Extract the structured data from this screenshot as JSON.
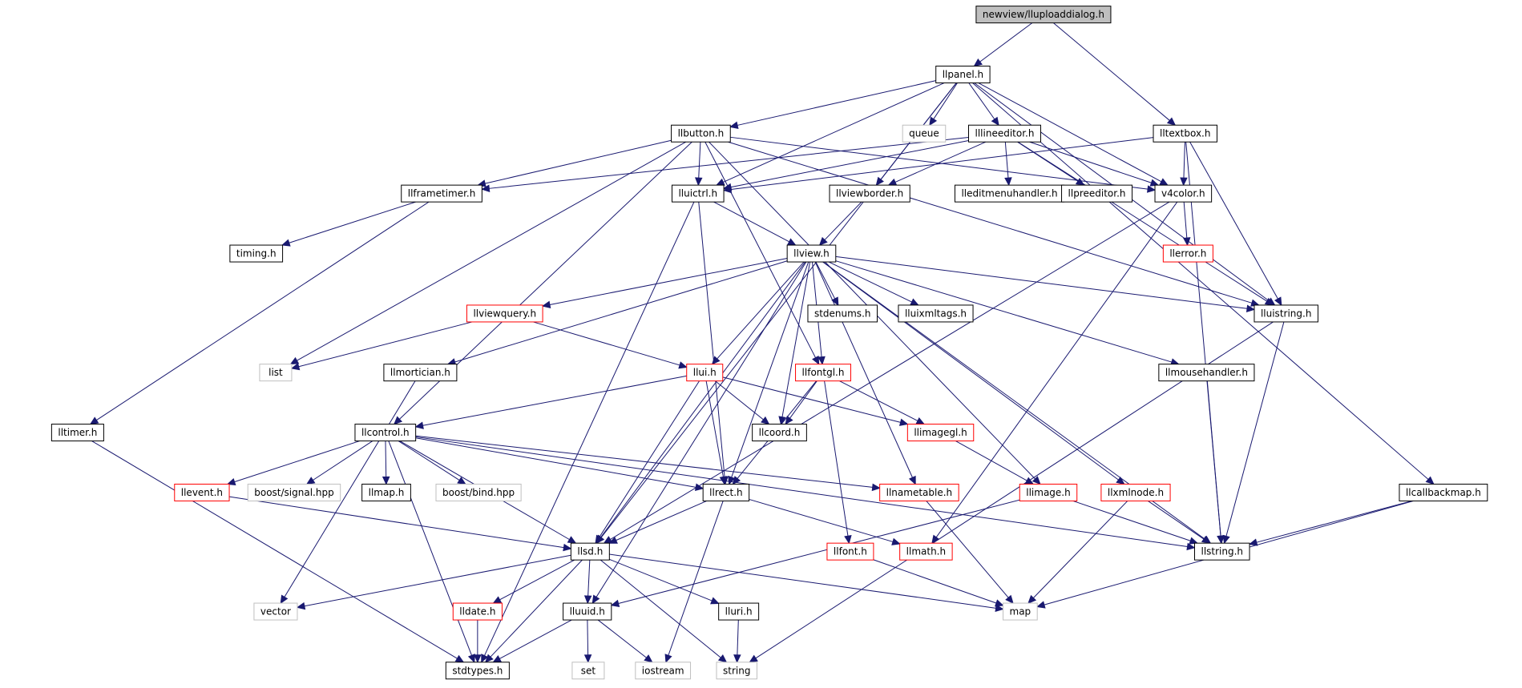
{
  "title": "newview/lluploaddialog.h",
  "colors": {
    "edge": "#191970",
    "root_fill": "#bfbfbf",
    "normal_border": "#000000",
    "link_border": "#ff0000",
    "external_border": "#bfbfbf",
    "external_text": "#000000"
  },
  "nodes": [
    {
      "id": "root",
      "label": "newview/lluploaddialog.h",
      "kind": "root"
    },
    {
      "id": "llpanel",
      "label": "llpanel.h",
      "kind": "normal"
    },
    {
      "id": "llbutton",
      "label": "llbutton.h",
      "kind": "normal"
    },
    {
      "id": "queue",
      "label": "queue",
      "kind": "external"
    },
    {
      "id": "lllineeditor",
      "label": "lllineeditor.h",
      "kind": "normal"
    },
    {
      "id": "lltextbox",
      "label": "lltextbox.h",
      "kind": "normal"
    },
    {
      "id": "llframetimer",
      "label": "llframetimer.h",
      "kind": "normal"
    },
    {
      "id": "lluictrl",
      "label": "lluictrl.h",
      "kind": "normal"
    },
    {
      "id": "llviewborder",
      "label": "llviewborder.h",
      "kind": "normal"
    },
    {
      "id": "lleditmenuhandler",
      "label": "lleditmenuhandler.h",
      "kind": "normal"
    },
    {
      "id": "llpreeditor",
      "label": "llpreeditor.h",
      "kind": "normal"
    },
    {
      "id": "v4color",
      "label": "v4color.h",
      "kind": "normal"
    },
    {
      "id": "timing",
      "label": "timing.h",
      "kind": "normal"
    },
    {
      "id": "llview",
      "label": "llview.h",
      "kind": "normal"
    },
    {
      "id": "llerror",
      "label": "llerror.h",
      "kind": "link"
    },
    {
      "id": "llviewquery",
      "label": "llviewquery.h",
      "kind": "link"
    },
    {
      "id": "stdenums",
      "label": "stdenums.h",
      "kind": "normal"
    },
    {
      "id": "lluixmltags",
      "label": "lluixmltags.h",
      "kind": "normal"
    },
    {
      "id": "lluistring",
      "label": "lluistring.h",
      "kind": "normal"
    },
    {
      "id": "list",
      "label": "list",
      "kind": "external"
    },
    {
      "id": "llmortician",
      "label": "llmortician.h",
      "kind": "normal"
    },
    {
      "id": "llui",
      "label": "llui.h",
      "kind": "link"
    },
    {
      "id": "llfontgl",
      "label": "llfontgl.h",
      "kind": "link"
    },
    {
      "id": "llmousehandler",
      "label": "llmousehandler.h",
      "kind": "normal"
    },
    {
      "id": "lltimer",
      "label": "lltimer.h",
      "kind": "normal"
    },
    {
      "id": "llcontrol",
      "label": "llcontrol.h",
      "kind": "normal"
    },
    {
      "id": "llcoord",
      "label": "llcoord.h",
      "kind": "normal"
    },
    {
      "id": "llimagegl",
      "label": "llimagegl.h",
      "kind": "link"
    },
    {
      "id": "llevent",
      "label": "llevent.h",
      "kind": "link"
    },
    {
      "id": "boostsignal",
      "label": "boost/signal.hpp",
      "kind": "external"
    },
    {
      "id": "llmap",
      "label": "llmap.h",
      "kind": "normal"
    },
    {
      "id": "boostbind",
      "label": "boost/bind.hpp",
      "kind": "external"
    },
    {
      "id": "llrect",
      "label": "llrect.h",
      "kind": "normal"
    },
    {
      "id": "llnametable",
      "label": "llnametable.h",
      "kind": "link"
    },
    {
      "id": "llimage",
      "label": "llimage.h",
      "kind": "link"
    },
    {
      "id": "llxmlnode",
      "label": "llxmlnode.h",
      "kind": "link"
    },
    {
      "id": "llcallbackmap",
      "label": "llcallbackmap.h",
      "kind": "normal"
    },
    {
      "id": "llsd",
      "label": "llsd.h",
      "kind": "normal"
    },
    {
      "id": "llfont",
      "label": "llfont.h",
      "kind": "link"
    },
    {
      "id": "llmath",
      "label": "llmath.h",
      "kind": "link"
    },
    {
      "id": "llstring",
      "label": "llstring.h",
      "kind": "normal"
    },
    {
      "id": "vector",
      "label": "vector",
      "kind": "external"
    },
    {
      "id": "lldate",
      "label": "lldate.h",
      "kind": "link"
    },
    {
      "id": "lluuid",
      "label": "lluuid.h",
      "kind": "normal"
    },
    {
      "id": "lluri",
      "label": "lluri.h",
      "kind": "normal"
    },
    {
      "id": "map",
      "label": "map",
      "kind": "external"
    },
    {
      "id": "stdtypes",
      "label": "stdtypes.h",
      "kind": "normal"
    },
    {
      "id": "set",
      "label": "set",
      "kind": "external"
    },
    {
      "id": "iostream",
      "label": "iostream",
      "kind": "external"
    },
    {
      "id": "string",
      "label": "string",
      "kind": "external"
    }
  ],
  "edges": [
    [
      "root",
      "llpanel"
    ],
    [
      "root",
      "lltextbox"
    ],
    [
      "llpanel",
      "llbutton"
    ],
    [
      "llpanel",
      "queue"
    ],
    [
      "llpanel",
      "lllineeditor"
    ],
    [
      "llpanel",
      "lluictrl"
    ],
    [
      "llpanel",
      "llviewborder"
    ],
    [
      "llpanel",
      "v4color"
    ],
    [
      "llpanel",
      "lluistring"
    ],
    [
      "llpanel",
      "llcallbackmap"
    ],
    [
      "llpanel",
      "llsd"
    ],
    [
      "llbutton",
      "llframetimer"
    ],
    [
      "llbutton",
      "lluictrl"
    ],
    [
      "llbutton",
      "v4color"
    ],
    [
      "llbutton",
      "lluistring"
    ],
    [
      "llbutton",
      "llimage"
    ],
    [
      "llbutton",
      "list"
    ],
    [
      "llbutton",
      "llcontrol"
    ],
    [
      "llbutton",
      "llfontgl"
    ],
    [
      "lllineeditor",
      "llframetimer"
    ],
    [
      "lllineeditor",
      "lluictrl"
    ],
    [
      "lllineeditor",
      "llviewborder"
    ],
    [
      "lllineeditor",
      "lleditmenuhandler"
    ],
    [
      "lllineeditor",
      "llpreeditor"
    ],
    [
      "lllineeditor",
      "v4color"
    ],
    [
      "lllineeditor",
      "lluistring"
    ],
    [
      "lltextbox",
      "lluictrl"
    ],
    [
      "lltextbox",
      "v4color"
    ],
    [
      "lltextbox",
      "lluistring"
    ],
    [
      "lltextbox",
      "llstring"
    ],
    [
      "llframetimer",
      "timing"
    ],
    [
      "llframetimer",
      "lltimer"
    ],
    [
      "lluictrl",
      "llview"
    ],
    [
      "lluictrl",
      "llrect"
    ],
    [
      "lluictrl",
      "stdtypes"
    ],
    [
      "llviewborder",
      "llview"
    ],
    [
      "v4color",
      "llerror"
    ],
    [
      "v4color",
      "llmath"
    ],
    [
      "v4color",
      "llsd"
    ],
    [
      "llview",
      "llviewquery"
    ],
    [
      "llview",
      "stdenums"
    ],
    [
      "llview",
      "lluixmltags"
    ],
    [
      "llview",
      "lluistring"
    ],
    [
      "llview",
      "llmortician"
    ],
    [
      "llview",
      "llui"
    ],
    [
      "llview",
      "llfontgl"
    ],
    [
      "llview",
      "llcoord"
    ],
    [
      "llview",
      "llmousehandler"
    ],
    [
      "llview",
      "llrect"
    ],
    [
      "llview",
      "llnametable"
    ],
    [
      "llview",
      "llxmlnode"
    ],
    [
      "llview",
      "llsd"
    ],
    [
      "llview",
      "llstring"
    ],
    [
      "llview",
      "lluuid"
    ],
    [
      "llviewquery",
      "list"
    ],
    [
      "llviewquery",
      "llui"
    ],
    [
      "lluistring",
      "llstring"
    ],
    [
      "lluistring",
      "string"
    ],
    [
      "llmortician",
      "vector"
    ],
    [
      "llui",
      "llcontrol"
    ],
    [
      "llui",
      "llcoord"
    ],
    [
      "llui",
      "llimagegl"
    ],
    [
      "llui",
      "llrect"
    ],
    [
      "llui",
      "llsd"
    ],
    [
      "llfontgl",
      "llcoord"
    ],
    [
      "llfontgl",
      "llimagegl"
    ],
    [
      "llfontgl",
      "llfont"
    ],
    [
      "llfontgl",
      "llrect"
    ],
    [
      "llmousehandler",
      "llstring"
    ],
    [
      "lltimer",
      "stdtypes"
    ],
    [
      "llcontrol",
      "llevent"
    ],
    [
      "llcontrol",
      "boostsignal"
    ],
    [
      "llcontrol",
      "llmap"
    ],
    [
      "llcontrol",
      "boostbind"
    ],
    [
      "llcontrol",
      "llrect"
    ],
    [
      "llcontrol",
      "llnametable"
    ],
    [
      "llcontrol",
      "llstring"
    ],
    [
      "llcontrol",
      "stdtypes"
    ],
    [
      "llcontrol",
      "llsd"
    ],
    [
      "llimagegl",
      "llimage"
    ],
    [
      "llevent",
      "llsd"
    ],
    [
      "llrect",
      "llsd"
    ],
    [
      "llrect",
      "llmath"
    ],
    [
      "llrect",
      "iostream"
    ],
    [
      "llnametable",
      "map"
    ],
    [
      "llimage",
      "llstring"
    ],
    [
      "llimage",
      "lluuid"
    ],
    [
      "llxmlnode",
      "llstring"
    ],
    [
      "llxmlnode",
      "map"
    ],
    [
      "llcallbackmap",
      "llstring"
    ],
    [
      "llcallbackmap",
      "map"
    ],
    [
      "llsd",
      "vector"
    ],
    [
      "llsd",
      "lldate"
    ],
    [
      "llsd",
      "lluuid"
    ],
    [
      "llsd",
      "lluri"
    ],
    [
      "llsd",
      "map"
    ],
    [
      "llsd",
      "stdtypes"
    ],
    [
      "llsd",
      "string"
    ],
    [
      "llfont",
      "map"
    ],
    [
      "lldate",
      "stdtypes"
    ],
    [
      "lluuid",
      "stdtypes"
    ],
    [
      "lluuid",
      "set"
    ],
    [
      "lluuid",
      "iostream"
    ],
    [
      "lluri",
      "string"
    ]
  ]
}
